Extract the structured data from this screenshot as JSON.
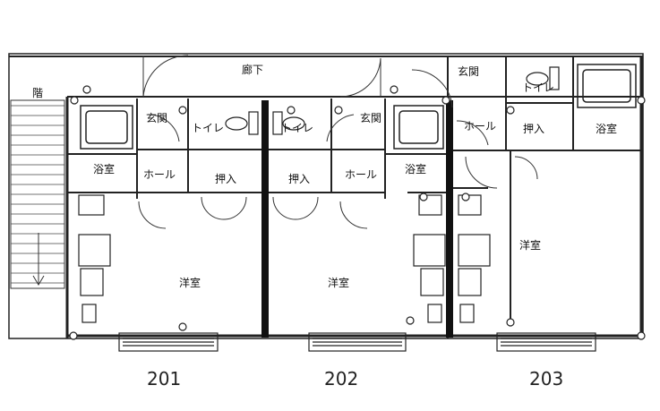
{
  "rooms": {
    "corridor": "廊下",
    "stairs": "階",
    "entrance": "玄関",
    "toilet": "トイレ",
    "hall": "ホール",
    "bath": "浴室",
    "closet": "押入",
    "western_room": "洋室"
  },
  "units": [
    "201",
    "202",
    "203"
  ],
  "colors": {
    "line": "#222222",
    "wall": "#111111",
    "background": "#ffffff"
  }
}
